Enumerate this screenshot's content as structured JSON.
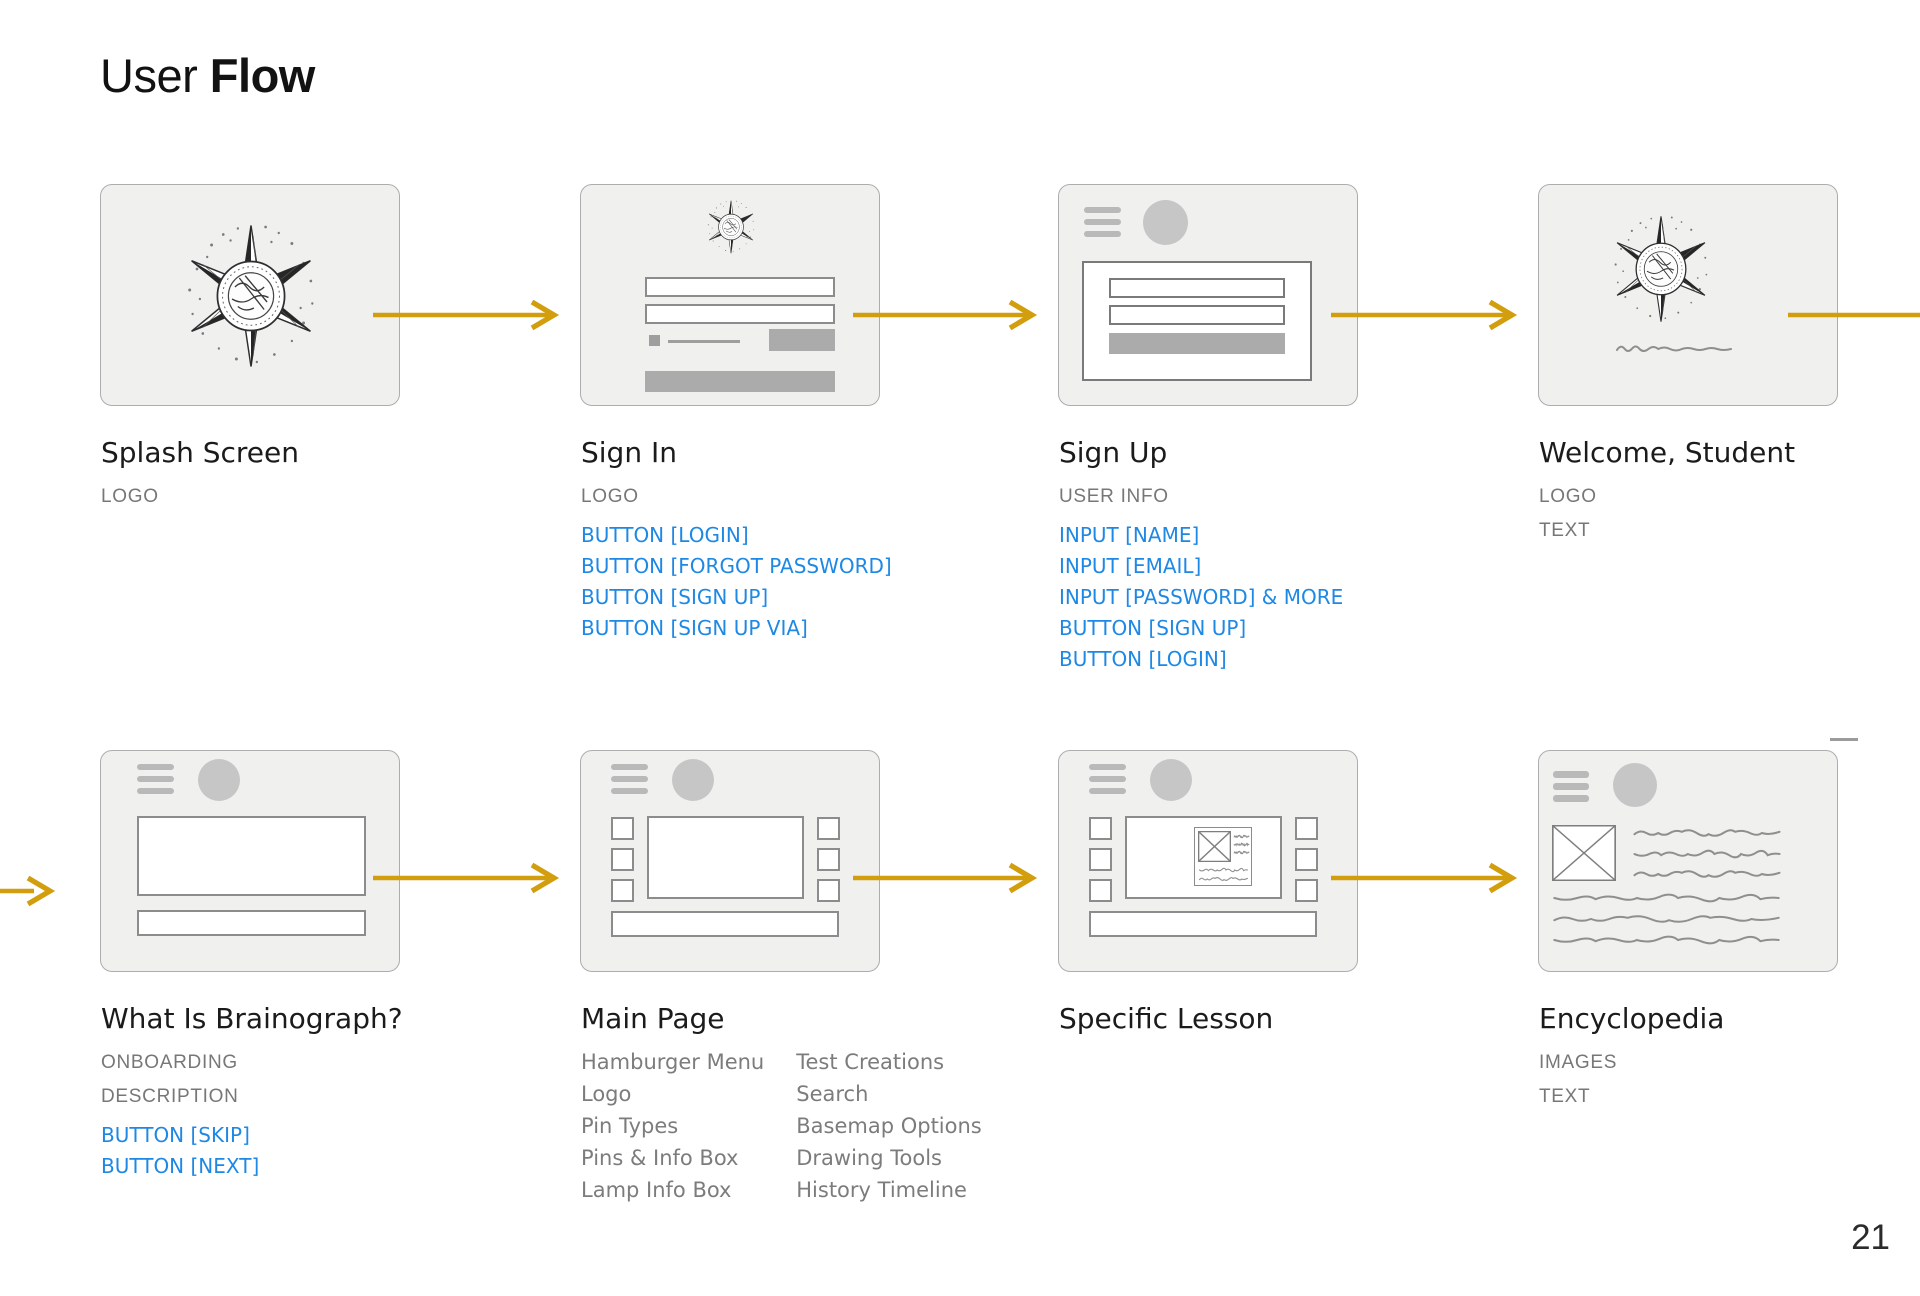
{
  "slide": {
    "title": {
      "regular": "User",
      "bold": "Flow"
    },
    "page_number": "21"
  },
  "colors": {
    "arrow": "#D29E0E",
    "blue": "#1E88E5",
    "gray_label": "#777777",
    "heading": "#1B1B1B",
    "card_bg": "#F0F0EF",
    "card_border": "#ADADAD"
  },
  "steps": [
    {
      "heading": "Splash Screen",
      "gray": [
        "LOGO"
      ]
    },
    {
      "heading": "Sign In",
      "gray": [
        "LOGO"
      ],
      "blue": [
        "BUTTON [LOGIN]",
        "BUTTON [FORGOT PASSWORD]",
        "BUTTON [SIGN UP]",
        "BUTTON [SIGN UP VIA]"
      ]
    },
    {
      "heading": "Sign Up",
      "gray": [
        "USER INFO"
      ],
      "blue": [
        "INPUT [NAME]",
        "INPUT [EMAIL]",
        "INPUT [PASSWORD] & MORE",
        "BUTTON [SIGN UP]",
        "BUTTON [LOGIN]"
      ]
    },
    {
      "heading": "Welcome, Student",
      "gray": [
        "LOGO",
        "TEXT"
      ]
    },
    {
      "heading": "What Is Brainograph?",
      "gray": [
        "ONBOARDING",
        "DESCRIPTION"
      ],
      "blue": [
        "BUTTON [SKIP]",
        "BUTTON [NEXT]"
      ]
    },
    {
      "heading": "Main Page",
      "columns": [
        [
          "Hamburger Menu",
          "Logo",
          "Pin Types",
          "Pins & Info Box",
          "Lamp Info Box"
        ],
        [
          "Test Creations",
          "Search",
          "Basemap Options",
          "Drawing Tools",
          "History Timeline"
        ]
      ]
    },
    {
      "heading": "Specific Lesson"
    },
    {
      "heading": "Encyclopedia",
      "gray": [
        "IMAGES",
        "TEXT"
      ]
    }
  ]
}
